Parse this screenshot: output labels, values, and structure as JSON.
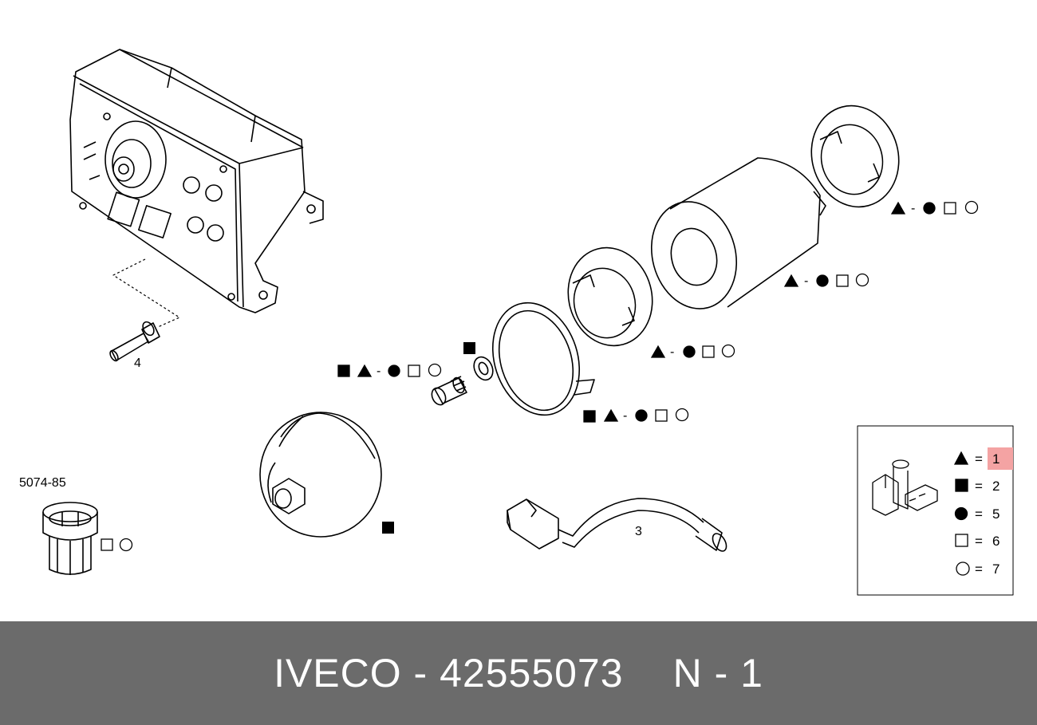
{
  "diagram": {
    "part_labels": {
      "bolt": "4",
      "cable": "3",
      "filter_insert": "5074-85"
    },
    "legend": {
      "rows": [
        {
          "symbol": "filled-triangle",
          "eq": "=",
          "value": "1",
          "highlight": true
        },
        {
          "symbol": "filled-square",
          "eq": "=",
          "value": "2",
          "highlight": false
        },
        {
          "symbol": "filled-circle",
          "eq": "=",
          "value": "5",
          "highlight": false
        },
        {
          "symbol": "open-square",
          "eq": "=",
          "value": "6",
          "highlight": false
        },
        {
          "symbol": "open-circle",
          "eq": "=",
          "value": "7",
          "highlight": false
        }
      ]
    },
    "dash": "-"
  },
  "footer": {
    "part_number": "IVECO - 42555073",
    "quantity": "N - 1"
  },
  "colors": {
    "footer_bg": "#6b6b6b",
    "highlight": "#f4a3a3"
  }
}
